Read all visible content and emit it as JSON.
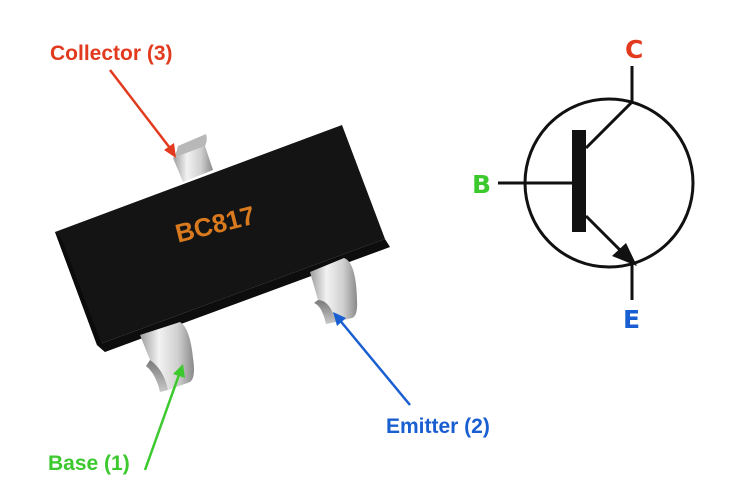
{
  "package": {
    "marking": "BC817",
    "marking_color": "#d97a1e",
    "body_color": "#141414"
  },
  "pins": {
    "collector": {
      "label": "Collector (3)",
      "color": "#e23a1e"
    },
    "emitter": {
      "label": "Emitter (2)",
      "color": "#1a5fd1"
    },
    "base": {
      "label": "Base (1)",
      "color": "#3cc92e"
    }
  },
  "symbol": {
    "type": "npn-transistor",
    "collector_letter": "C",
    "base_letter": "B",
    "emitter_letter": "E"
  }
}
